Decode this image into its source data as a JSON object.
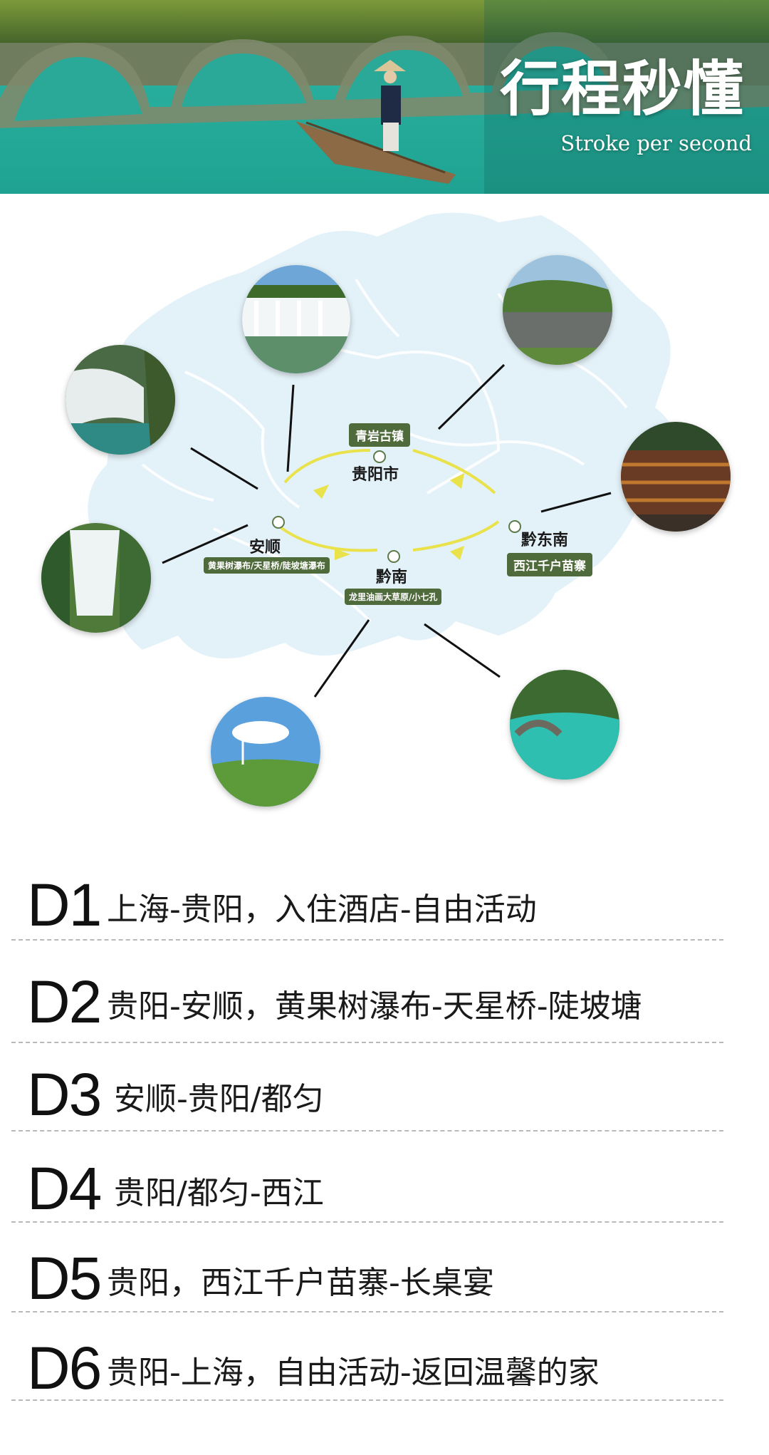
{
  "header": {
    "title": "行程秒懂",
    "subtitle": "Stroke per second"
  },
  "map": {
    "cities": {
      "guiyang": "贵阳市",
      "anshun": "安顺",
      "qiannan": "黔南",
      "qiandongnan": "黔东南"
    },
    "tags": {
      "qingyan": "青岩古镇",
      "anshun_spots": "黄果树瀑布/天星桥/陡坡塘瀑布",
      "qiannan_spots": "龙里油画大草原/小七孔",
      "xijiang": "西江千户苗寨"
    },
    "colors": {
      "map_fill": "#e3f1f8",
      "route": "#e9e24a",
      "tag_bg": "#4f6b3b"
    }
  },
  "itinerary": [
    {
      "day": "D1",
      "text": "上海-贵阳，入住酒店-自由活动"
    },
    {
      "day": "D2",
      "text": "贵阳-安顺，黄果树瀑布-天星桥-陡坡塘"
    },
    {
      "day": "D3",
      "text": "安顺-贵阳/都匀"
    },
    {
      "day": "D4",
      "text": "贵阳/都匀-西江"
    },
    {
      "day": "D5",
      "text": "贵阳，西江千户苗寨-长桌宴"
    },
    {
      "day": "D6",
      "text": "贵阳-上海，自由活动-返回温馨的家"
    }
  ]
}
